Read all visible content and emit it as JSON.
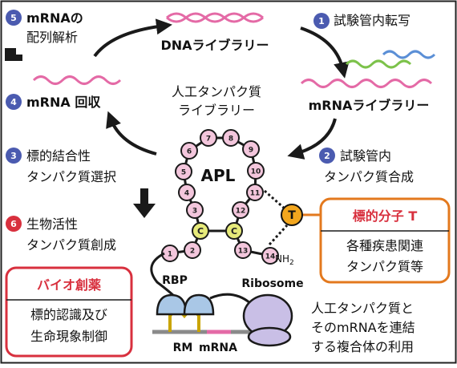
{
  "colors": {
    "blue_badge": "#4b5bb0",
    "red_badge": "#d8303e",
    "pink": "#e46aa6",
    "green": "#7cc24a",
    "blue_wave": "#5b8fd6",
    "bead": "#f3c6dc",
    "c_bead": "#e6ea7a",
    "t_ball": "#f2a61e",
    "orange_border": "#e3791e",
    "red_border": "#d8303e",
    "ribosome": "#c9bfe6",
    "rbp": "#a9c7e6",
    "rm": "#c9a400"
  },
  "top": {
    "dna_label": "DNAライブラリー",
    "mrna_label": "mRNAライブラリー",
    "center_label_1": "人工タンパク質",
    "center_label_2": "ライブラリー"
  },
  "steps": {
    "s1": {
      "num": "1",
      "label": "試験管内転写"
    },
    "s2": {
      "num": "2",
      "line1": "試験管内",
      "line2": "タンパク質合成"
    },
    "s3": {
      "num": "3",
      "line1": "標的結合性",
      "line2": "タンパク質選択"
    },
    "s4": {
      "num": "4",
      "label": "mRNA 回収"
    },
    "s5": {
      "num": "5",
      "line1": "mRNAの",
      "line2": "配列解析"
    },
    "s6": {
      "num": "6",
      "line1": "生物活性",
      "line2": "タンパク質創成"
    }
  },
  "protein": {
    "label": "APL",
    "beads": [
      "1",
      "2",
      "3",
      "4",
      "5",
      "6",
      "7",
      "8",
      "9",
      "10",
      "11",
      "12",
      "13",
      "14"
    ],
    "c_label": "C",
    "nh2": "NH",
    "nh2_sub": "2",
    "t_label": "T"
  },
  "target_box": {
    "title": "標的分子 T",
    "line1": "各種疾患関連",
    "line2": "タンパク質等"
  },
  "bio_box": {
    "title": "バイオ創薬",
    "line1": "標的認識及び",
    "line2": "生命現象制御"
  },
  "complex": {
    "rbp": "RBP",
    "ribosome": "Ribosome",
    "rm": "RM",
    "mrna": "mRNA",
    "caption1": "人工タンパク質と",
    "caption2": "そのmRNAを連結",
    "caption3": "する複合体の利用"
  }
}
